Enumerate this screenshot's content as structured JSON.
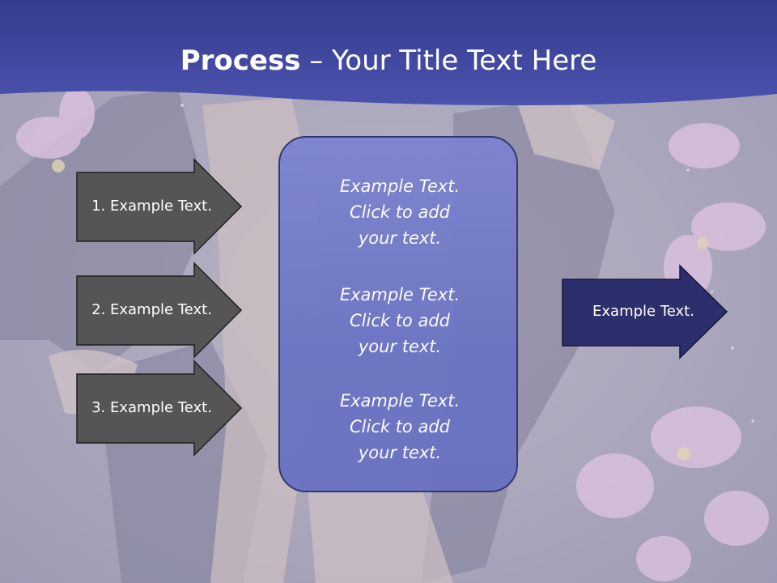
{
  "slide": {
    "title_bold": "Process",
    "title_rest": " – Your Title Text Here"
  },
  "left_arrows": [
    {
      "label": "1. Example Text."
    },
    {
      "label": "2. Example Text."
    },
    {
      "label": "3. Example Text."
    }
  ],
  "center_box": {
    "paragraphs": [
      {
        "line1": "Example Text.",
        "line2": "Click  to add",
        "line3": "your text."
      },
      {
        "line1": "Example Text.",
        "line2": "Click  to add",
        "line3": "your text."
      },
      {
        "line1": "Example Text.",
        "line2": "Click  to add",
        "line3": "your text."
      }
    ]
  },
  "right_arrow": {
    "label": "Example Text."
  },
  "colors": {
    "header": "#3f47a0",
    "left_arrow_fill": "#555555",
    "right_arrow_fill": "#2d2f6c",
    "box_fill": "#7078c8"
  }
}
